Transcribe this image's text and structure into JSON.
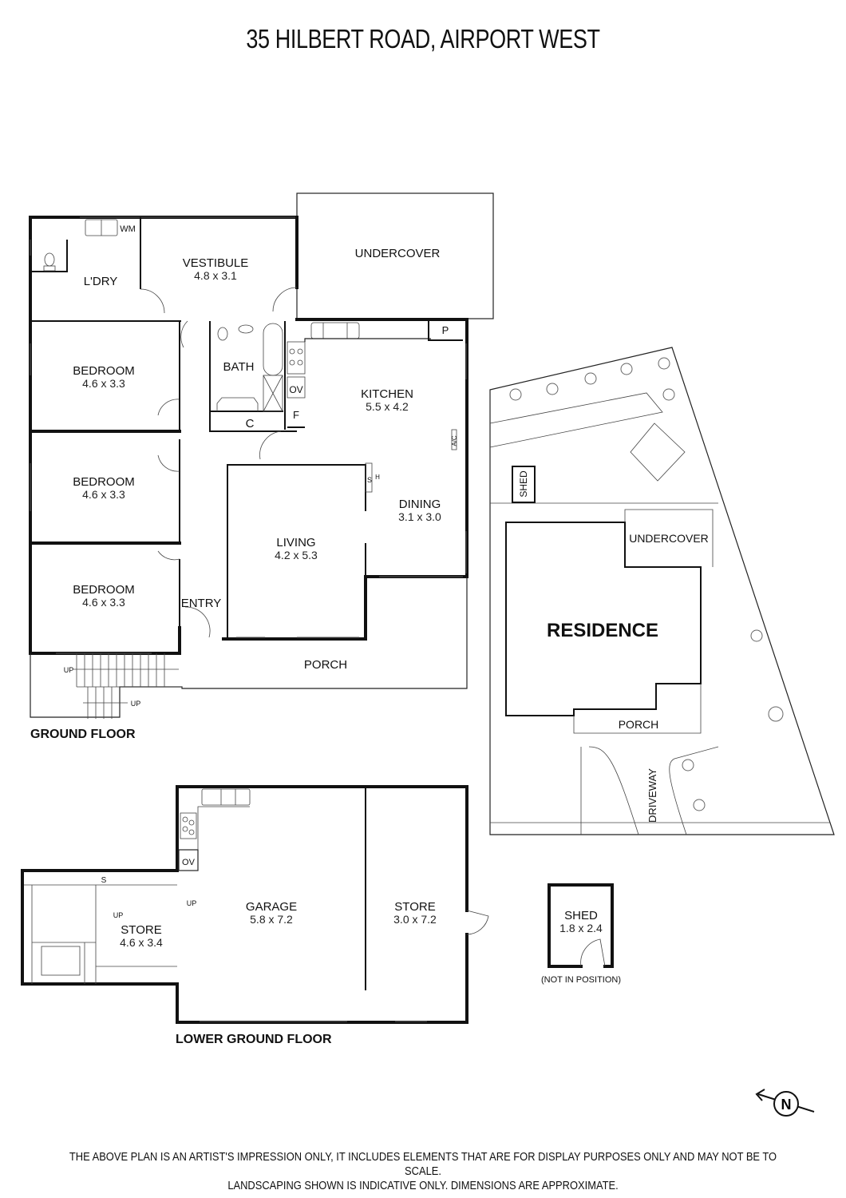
{
  "title": "35 HILBERT ROAD, AIRPORT WEST",
  "ground_floor": {
    "label": "GROUND FLOOR",
    "rooms": [
      {
        "name": "L'DRY",
        "dims": ""
      },
      {
        "name": "VESTIBULE",
        "dims": "4.8 x 3.1"
      },
      {
        "name": "UNDERCOVER",
        "dims": ""
      },
      {
        "name": "BEDROOM",
        "dims": "4.6 x 3.3"
      },
      {
        "name": "BATH",
        "dims": ""
      },
      {
        "name": "KITCHEN",
        "dims": "5.5 x 4.2"
      },
      {
        "name": "BEDROOM",
        "dims": "4.6 x 3.3"
      },
      {
        "name": "DINING",
        "dims": "3.1 x 3.0"
      },
      {
        "name": "LIVING",
        "dims": "4.2 x 5.3"
      },
      {
        "name": "BEDROOM",
        "dims": "4.6 x 3.3"
      },
      {
        "name": "ENTRY",
        "dims": ""
      },
      {
        "name": "PORCH",
        "dims": ""
      }
    ],
    "fixtures": {
      "wm": "WM",
      "cupboard": "C",
      "oven": "OV",
      "fridge": "F",
      "pantry": "P",
      "ac": "A/C",
      "s": "S",
      "h": "H",
      "up": "UP"
    }
  },
  "lower_ground_floor": {
    "label": "LOWER GROUND FLOOR",
    "rooms": [
      {
        "name": "GARAGE",
        "dims": "5.8 x 7.2"
      },
      {
        "name": "STORE",
        "dims": "3.0 x 7.2"
      },
      {
        "name": "STORE",
        "dims": "4.6 x 3.4"
      }
    ],
    "fixtures": {
      "oven": "OV",
      "s": "S",
      "up": "UP"
    }
  },
  "shed": {
    "name": "SHED",
    "dims": "1.8 x 2.4",
    "note": "(NOT IN POSITION)"
  },
  "site_plan": {
    "residence": "RESIDENCE",
    "undercover": "UNDERCOVER",
    "porch": "PORCH",
    "driveway": "DRIVEWAY",
    "shed": "SHED"
  },
  "compass": {
    "label": "N"
  },
  "footer": {
    "line1": "THE ABOVE PLAN IS AN ARTIST'S IMPRESSION ONLY, IT INCLUDES ELEMENTS THAT ARE FOR DISPLAY PURPOSES ONLY AND MAY NOT BE TO SCALE.",
    "line2": "LANDSCAPING SHOWN IS INDICATIVE ONLY. DIMENSIONS ARE APPROXIMATE."
  }
}
